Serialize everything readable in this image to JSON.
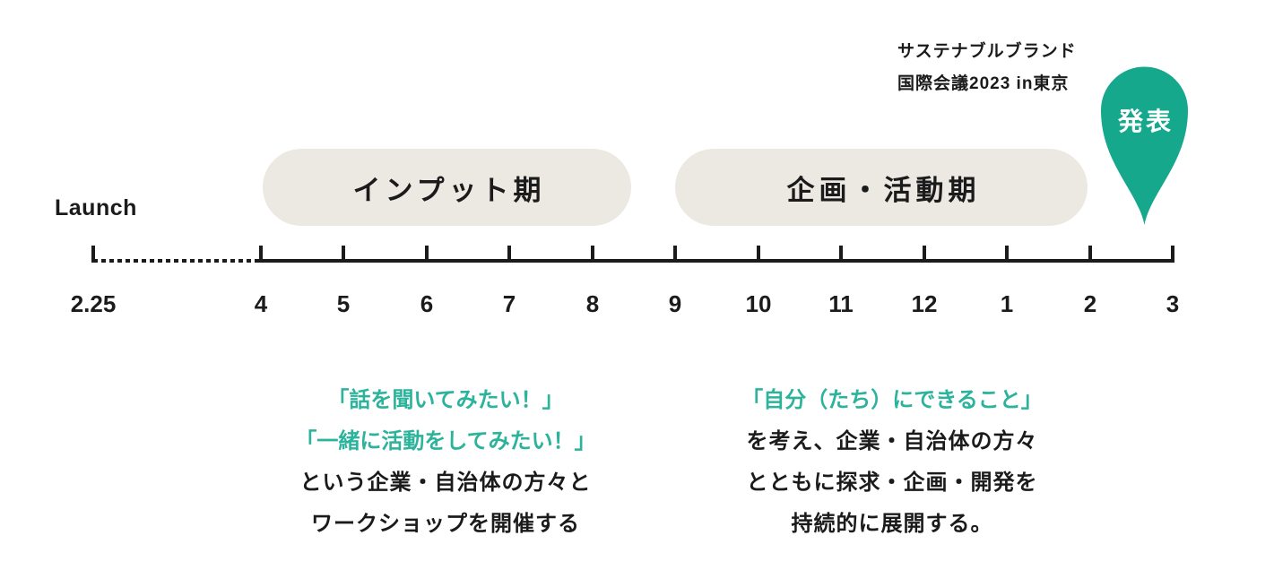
{
  "colors": {
    "pin_green": "#15a88c",
    "text_green": "#2cb39b",
    "pill_bg": "#ece9e3",
    "ink": "#1b1b1b"
  },
  "launch_label": "Launch",
  "event_annotation": {
    "line1": "サステナブルブランド",
    "line2": "国際会議2023 in東京"
  },
  "pin": {
    "label": "発表"
  },
  "phases": [
    {
      "label": "インプット期"
    },
    {
      "label": "企画・活動期"
    }
  ],
  "timeline": {
    "ticks": [
      "2.25",
      "4",
      "5",
      "6",
      "7",
      "8",
      "9",
      "10",
      "11",
      "12",
      "1",
      "2",
      "3"
    ]
  },
  "descriptions": [
    {
      "lines": [
        {
          "text": "「話を聞いてみたい！」",
          "emphasis": true
        },
        {
          "text": "「一緒に活動をしてみたい！」",
          "emphasis": true
        },
        {
          "text": "という企業・自治体の方々と",
          "emphasis": false
        },
        {
          "text": "ワークショップを開催する",
          "emphasis": false
        }
      ]
    },
    {
      "lines": [
        {
          "text": "「自分（たち）にできること」",
          "emphasis": true
        },
        {
          "text": "を考え、企業・自治体の方々",
          "emphasis": false
        },
        {
          "text": "とともに探求・企画・開発を",
          "emphasis": false
        },
        {
          "text": "持続的に展開する。",
          "emphasis": false
        }
      ]
    }
  ]
}
